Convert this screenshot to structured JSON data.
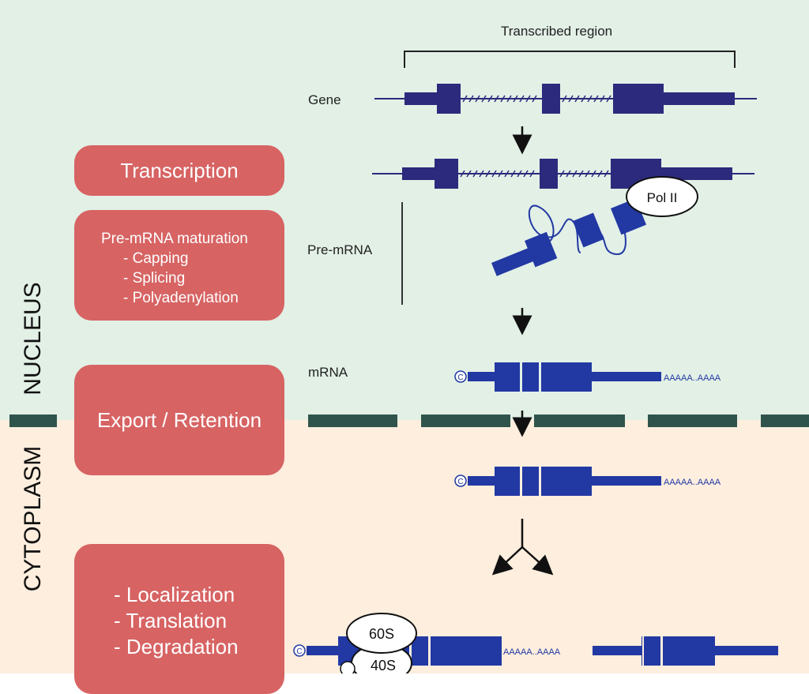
{
  "colors": {
    "nucleus_bg": "#e2f0e6",
    "cytoplasm_bg": "#fdeede",
    "step_box": "#d76363",
    "gene_dark": "#2c2a7c",
    "mrna_blue": "#2238a3",
    "membrane": "#2f544c"
  },
  "header": {
    "transcribed_region": "Transcribed region"
  },
  "molecules": {
    "gene": "Gene",
    "pre_mrna": "Pre-mRNA",
    "mrna": "mRNA",
    "pol2": "Pol II",
    "polya": "AAAAA..AAAA",
    "cap": "C",
    "ribosome_large": "60S",
    "ribosome_small": "40S"
  },
  "compartments": {
    "nucleus": "NUCLEUS",
    "cytoplasm": "CYTOPLASM"
  },
  "steps": {
    "transcription": "Transcription",
    "maturation_title": "Pre-mRNA maturation",
    "maturation_items": [
      "- Capping",
      "- Splicing",
      "- Polyadenylation"
    ],
    "export": "Export / Retention",
    "fates": [
      "- Localization",
      "- Translation",
      "- Degradation"
    ]
  }
}
